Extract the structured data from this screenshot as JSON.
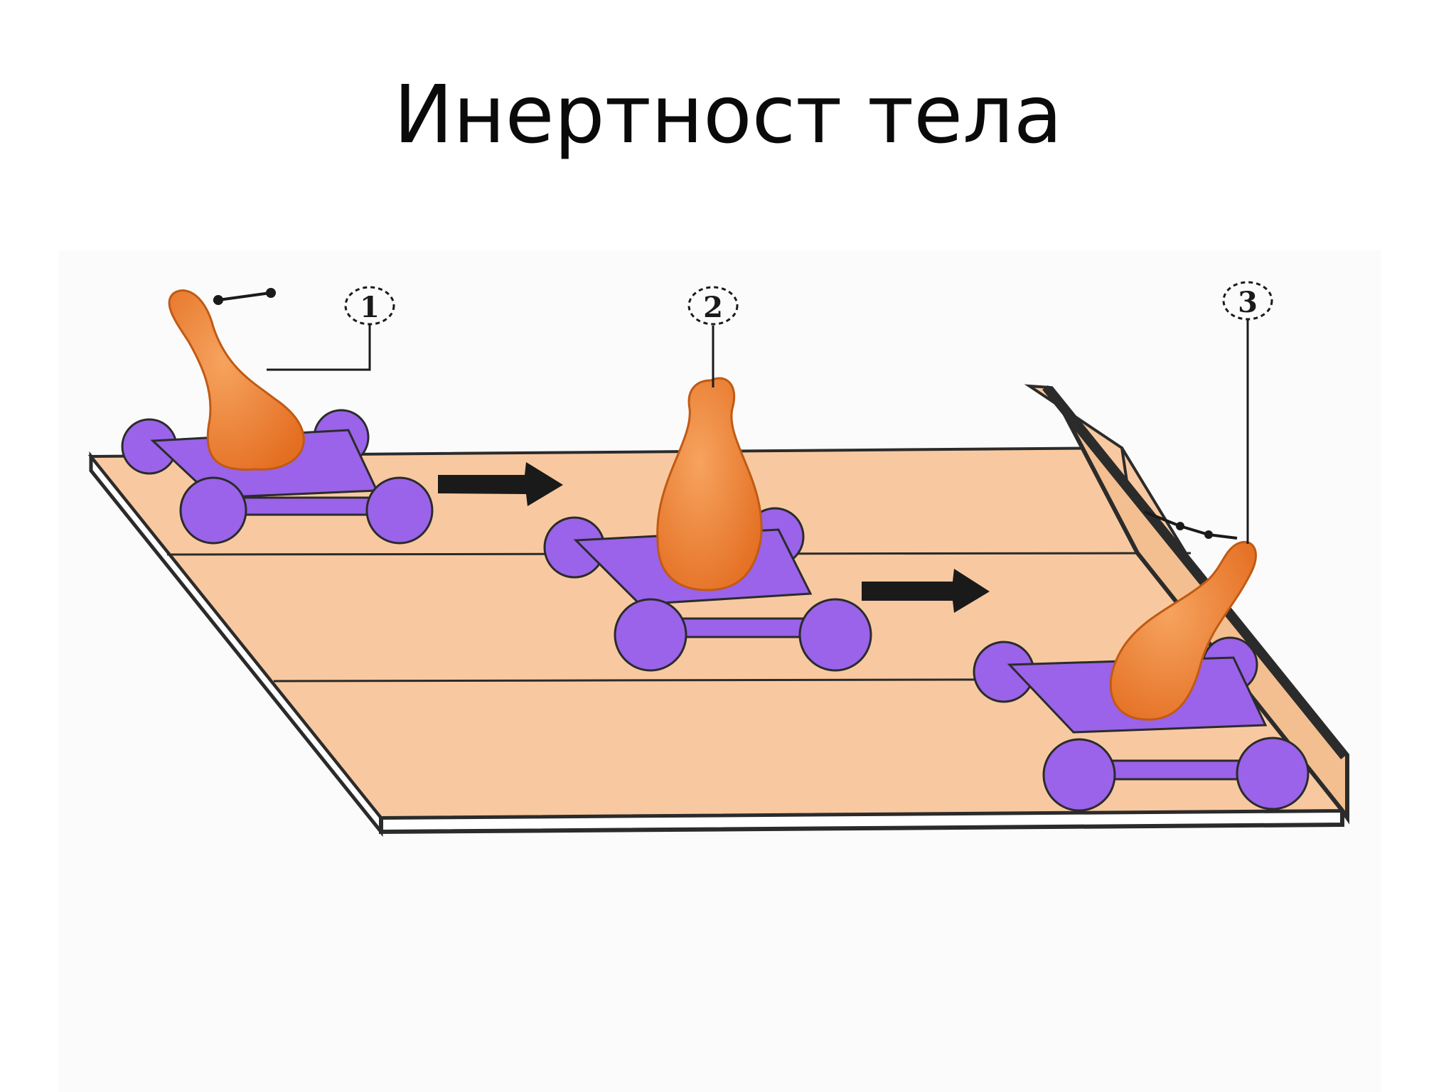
{
  "slide": {
    "title": "Инертност тела"
  },
  "diagram": {
    "labels": [
      "1",
      "2",
      "3"
    ],
    "colors": {
      "board": "#f8c9a0",
      "board_edge": "#2b2b2b",
      "cart": "#9a63ea",
      "cart_dark": "#7b48cf",
      "pin": "#f08a3c",
      "pin_dark": "#c05a14",
      "arrow": "#1a1a1a"
    }
  }
}
